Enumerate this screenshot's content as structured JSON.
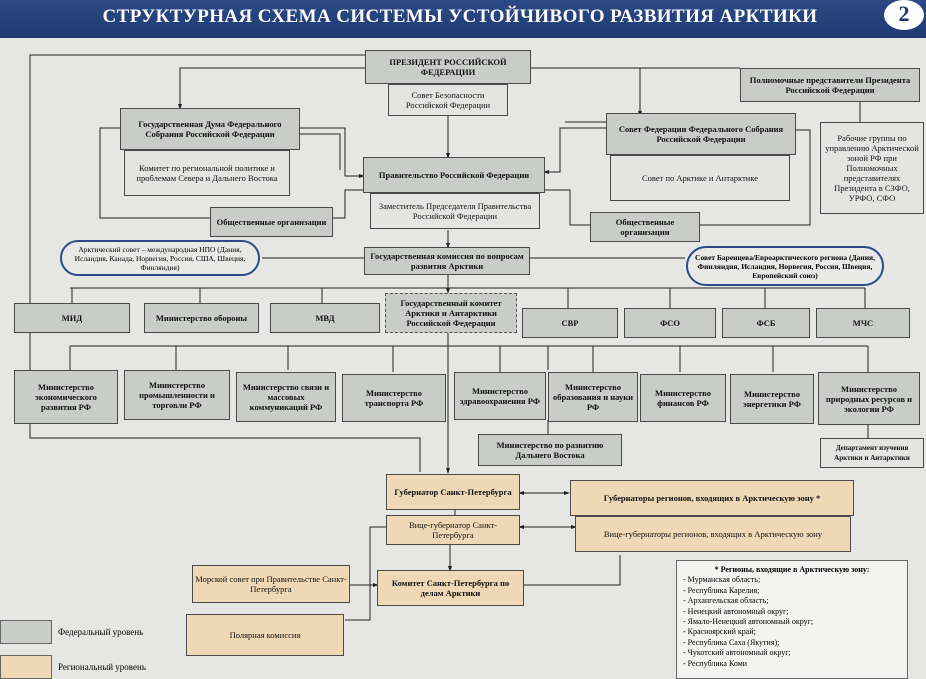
{
  "header": {
    "title": "СТРУКТУРНАЯ СХЕМА СИСТЕМЫ УСТОЙЧИВОГО РАЗВИТИЯ АРКТИКИ",
    "page_number": "2"
  },
  "top": {
    "president": "ПРЕЗИДЕНТ РОССИЙСКОЙ ФЕДЕРАЦИИ",
    "security_council": "Совет Безопасности Российской Федерации",
    "envoys": "Полномочные представители Президента Российской Федерации",
    "working_groups": "Рабочие группы по управлению Арктической зоной РФ при Полномочных представителях Президента в СЗФО, УРФО, СФО"
  },
  "parliament": {
    "duma": "Государственная Дума Федерального Собрания Российской Федерации",
    "duma_committee": "Комитет по региональной политике и проблемам Севера и Дальнего Востока",
    "federation_council": "Совет Федерации Федерального Собрания Российской Федерации",
    "fc_council": "Совет по Арктике и Антарктике",
    "public_orgs_left": "Общественные организации",
    "public_orgs_right": "Общественные организации"
  },
  "government": {
    "government": "Правительство Российской Федерации",
    "deputy_chair": "Заместитель Председателя Правительства Российской Федерации",
    "state_commission": "Государственная комиссия по вопросам развития Арктики",
    "state_committee": "Государственный комитет Арктики и Антарктики Российской Федерации"
  },
  "councils": {
    "arctic_council": "Арктический совет – международная НПО (Дания, Исландия, Канада, Норвегия, Россия, США, Швеция, Финляндия)",
    "barents_council": "Совет Баренцева/Евроарктического региона (Дания, Финляндия, Исландия, Норвегия, Россия, Швеция, Европейский союз)"
  },
  "agencies_row1": [
    "МИД",
    "Министерство обороны",
    "МВД",
    "СВР",
    "ФСО",
    "ФСБ",
    "МЧС"
  ],
  "ministries": [
    "Министерство экономического развития РФ",
    "Министерство промышленности и торговли РФ",
    "Министерство связи и массовых коммуникаций РФ",
    "Министерство транспорта РФ",
    "Министерство здравоохранения РФ",
    "Министерство образования и науки РФ",
    "Министерство финансов РФ",
    "Министерство энергетики РФ",
    "Министерство природных ресурсов и экологии РФ"
  ],
  "far_east_ministry": "Министерство по развитию Дальнего Востока",
  "arctic_department": "Департамент изучения Арктики и Антарктики",
  "regional": {
    "governor": "Губернатор Санкт-Петербурга",
    "vice_governor": "Вице-губернатор Санкт-Петербурга",
    "regional_governors": "Губернаторы регионов, входящих в Арктическую зону *",
    "regional_vice_governors": "Вице-губернаторы регионов, входящих в Арктическую зону",
    "marine_council": "Морской совет при Правительстве Санкт-Петербурга",
    "committee": "Комитет Санкт-Петербурга по делам Арктики",
    "polar_commission": "Полярная комиссия"
  },
  "legend": {
    "federal": "Федеральный уровень",
    "regional": "Региональный уровень",
    "federal_color": "#c9ccc9",
    "regional_color": "#efd8b6"
  },
  "regions_note": {
    "title": "* Регионы, входящие в Арктическую зону:",
    "items": [
      "- Мурманская область;",
      "- Республика Карелия;",
      "- Архангельская область;",
      "- Ненецкий автономный округ;",
      "- Ямало-Ненецкий автономный округ;",
      "- Красноярский край;",
      "- Республика Саха (Якутия);",
      "- Чукотский автономный округ;",
      "- Республика Коми"
    ]
  }
}
